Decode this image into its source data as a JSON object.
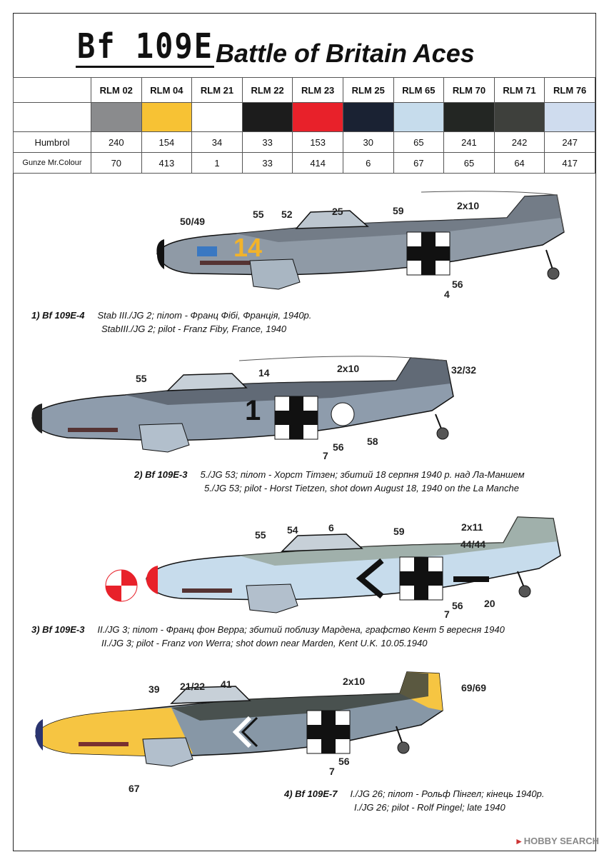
{
  "header": {
    "logo": "Bf 109E",
    "title": "Battle of Britain Aces"
  },
  "paint_table": {
    "row_labels": {
      "humbrol": "Humbrol",
      "gunze": "Gunze Mr.Colour"
    },
    "columns": [
      {
        "name": "RLM 02",
        "color": "#8a8b8d",
        "humbrol": "240",
        "gunze": "70"
      },
      {
        "name": "RLM 04",
        "color": "#f7c234",
        "humbrol": "154",
        "gunze": "413"
      },
      {
        "name": "RLM 21",
        "color": "#ffffff",
        "humbrol": "34",
        "gunze": "1"
      },
      {
        "name": "RLM 22",
        "color": "#1c1c1c",
        "humbrol": "33",
        "gunze": "33"
      },
      {
        "name": "RLM 23",
        "color": "#e8212a",
        "humbrol": "153",
        "gunze": "414"
      },
      {
        "name": "RLM 25",
        "color": "#1a2233",
        "humbrol": "30",
        "gunze": "6"
      },
      {
        "name": "RLM 65",
        "color": "#c6dcec",
        "humbrol": "65",
        "gunze": "67"
      },
      {
        "name": "RLM 70",
        "color": "#232623",
        "humbrol": "241",
        "gunze": "65"
      },
      {
        "name": "RLM 71",
        "color": "#3e403c",
        "humbrol": "242",
        "gunze": "64"
      },
      {
        "name": "RLM 76",
        "color": "#cfdcee",
        "humbrol": "247",
        "gunze": "417"
      }
    ]
  },
  "aircraft": [
    {
      "caption_line1_bold": "1) Bf 109E-4",
      "caption_line1": "Stab III./JG 2; пілот - Франц Фібі, Франція, 1940р.",
      "caption_line2": "StabIII./JG 2; pilot - Franz Fiby, France, 1940",
      "fuselage_code": "14",
      "callouts": [
        "50/49",
        "55",
        "52",
        "25",
        "59",
        "2x10",
        "4",
        "56"
      ]
    },
    {
      "caption_line1_bold": "2) Bf 109E-3",
      "caption_line1": "5./JG 53; пілот - Хорст Тітзен; збитий 18 серпня 1940 р. над Ла-Маншем",
      "caption_line2": "5./JG 53; pilot - Horst Tietzen, shot down August 18, 1940 on the La Manche",
      "fuselage_code": "1",
      "callouts": [
        "55",
        "14",
        "2x10",
        "32/32",
        "7",
        "56",
        "58"
      ]
    },
    {
      "caption_line1_bold": "3) Bf 109E-3",
      "caption_line1": "II./JG 3; пілот - Франц фон Верра; збитий поблизу Мардена, графство Кент 5 вересня 1940",
      "caption_line2": "II./JG 3; pilot - Franz von Werra; shot down near Marden, Kent U.K. 10.05.1940",
      "callouts": [
        "55",
        "54",
        "6",
        "59",
        "2x11",
        "44/44",
        "7",
        "56",
        "20"
      ]
    },
    {
      "caption_line1_bold": "4) Bf 109E-7",
      "caption_line1": "I./JG 26; пілот - Рольф Пінгел; кінець 1940р.",
      "caption_line2": "I./JG 26; pilot - Rolf Pingel; late 1940",
      "callouts": [
        "39",
        "21/22",
        "41",
        "2x10",
        "69/69",
        "7",
        "56",
        "67"
      ]
    }
  ],
  "watermark": "HOBBY SEARCH"
}
